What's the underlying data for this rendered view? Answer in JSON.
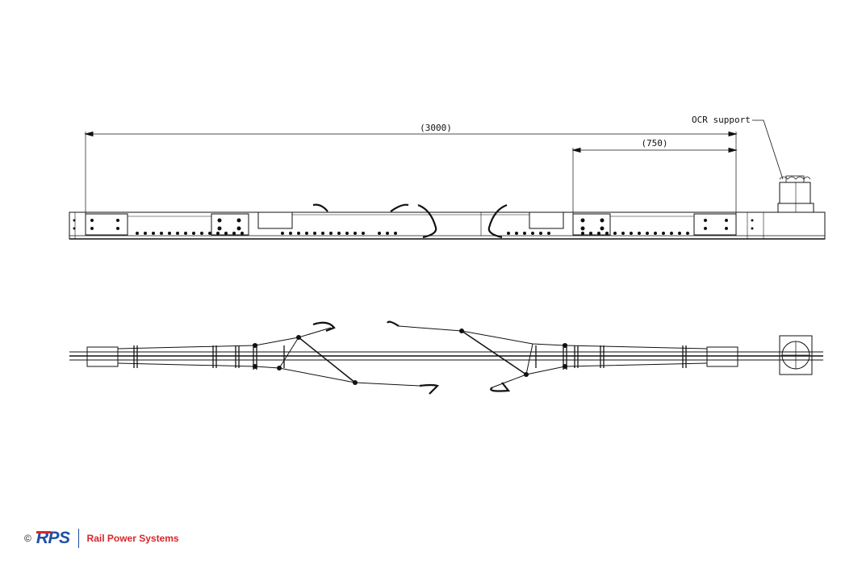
{
  "drawing": {
    "dimension_overall": "(3000)",
    "dimension_partial": "(750)",
    "support_label": "OCR support"
  },
  "footer": {
    "copyright_symbol": "©",
    "logo_text": "RPS",
    "company_name": "Rail Power Systems"
  },
  "colors": {
    "line": "#111111",
    "brand_blue": "#1f4fa3",
    "brand_red": "#d6262b"
  }
}
